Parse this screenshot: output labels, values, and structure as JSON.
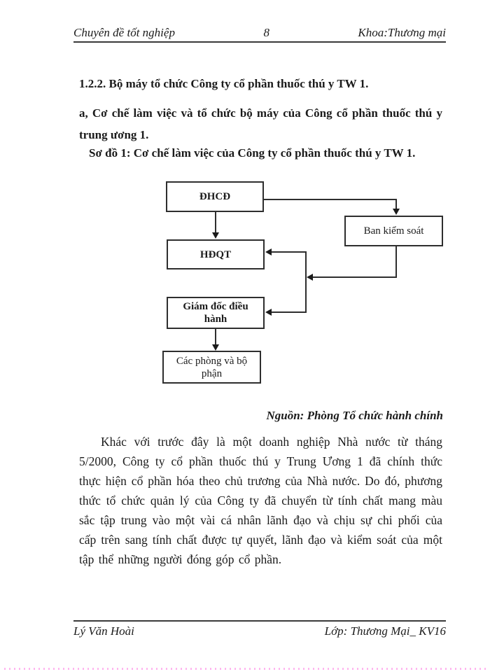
{
  "page": {
    "header": {
      "left": "Chuyên đề tốt nghiệp",
      "page_number": "8",
      "right": "Khoa:Thương mại"
    },
    "headings": {
      "section": "1.2.2. Bộ máy tổ chức Công ty cổ phần thuốc thú y TW 1.",
      "subsection": "a, Cơ chế làm việc và tổ chức bộ máy của Công cổ phần thuốc thú y trung ương 1.",
      "diagram_caption": "Sơ đồ 1: Cơ chế làm việc của Công ty cổ phần thuốc thú y TW 1."
    },
    "diagram": {
      "boxes": [
        {
          "id": "dhcd",
          "label": "ĐHCĐ"
        },
        {
          "id": "ban-kiem-soat",
          "label": "Ban kiểm soát"
        },
        {
          "id": "hdqt",
          "label": "HĐQT"
        },
        {
          "id": "giam-doc-dieu-hanh",
          "label": "Giám đốc điều hành"
        },
        {
          "id": "cac-phong-va-bo-phan",
          "label": "Các phòng và bộ phận"
        }
      ],
      "connections": [
        "ĐHCĐ → Ban kiểm soát",
        "ĐHCĐ → HĐQT",
        "Ban kiểm soát → HĐQT",
        "Ban kiểm soát → Giám đốc điều hành",
        "Giám đốc điều hành → Các phòng và bộ phận"
      ],
      "source_note": "Nguồn: Phòng  Tổ chức hành chính"
    },
    "paragraph": "Khác với trước đây là một doanh nghiệp Nhà nước từ tháng 5/2000, Công ty cổ phần thuốc thú y Trung Ương 1 đã chính thức thực hiện cổ phần hóa theo chủ trương của Nhà nước. Do đó,  phương thức tổ chức quản lý của Công ty đã chuyển từ tính chất mang màu sắc tập trung vào một vài cá nhân lãnh đạo và chịu sự chi phối của cấp trên sang tính chất được tự quyết,  lãnh đạo và kiểm soát của một tập thể những người đóng góp cổ phần.",
    "footer": {
      "left": "Lý Văn Hoài",
      "right": "Lớp: Thương Mại_ KV16"
    }
  },
  "colors": {
    "text": "#1b1b1b",
    "rule_line": "#3a3a3a",
    "diagram_line": "#2e2e2e",
    "bottom_dotted_line": "#ffb5ef",
    "background": "#ffffff"
  }
}
